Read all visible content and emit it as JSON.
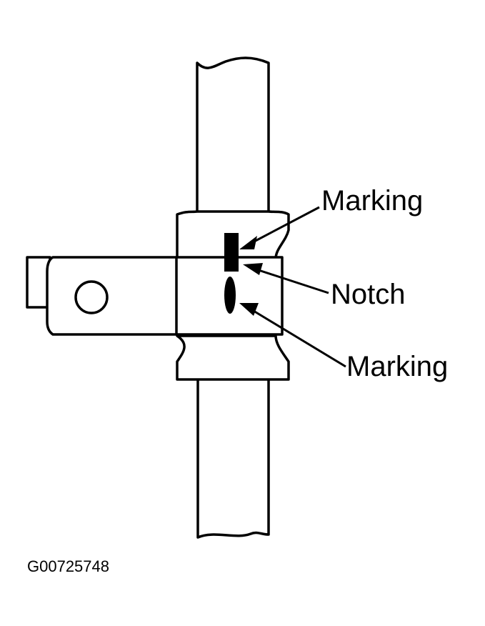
{
  "labels": {
    "marking_top": "Marking",
    "notch": "Notch",
    "marking_bottom": "Marking"
  },
  "figure_id": "G00725748",
  "colors": {
    "ink": "#000000",
    "paper": "#ffffff"
  }
}
